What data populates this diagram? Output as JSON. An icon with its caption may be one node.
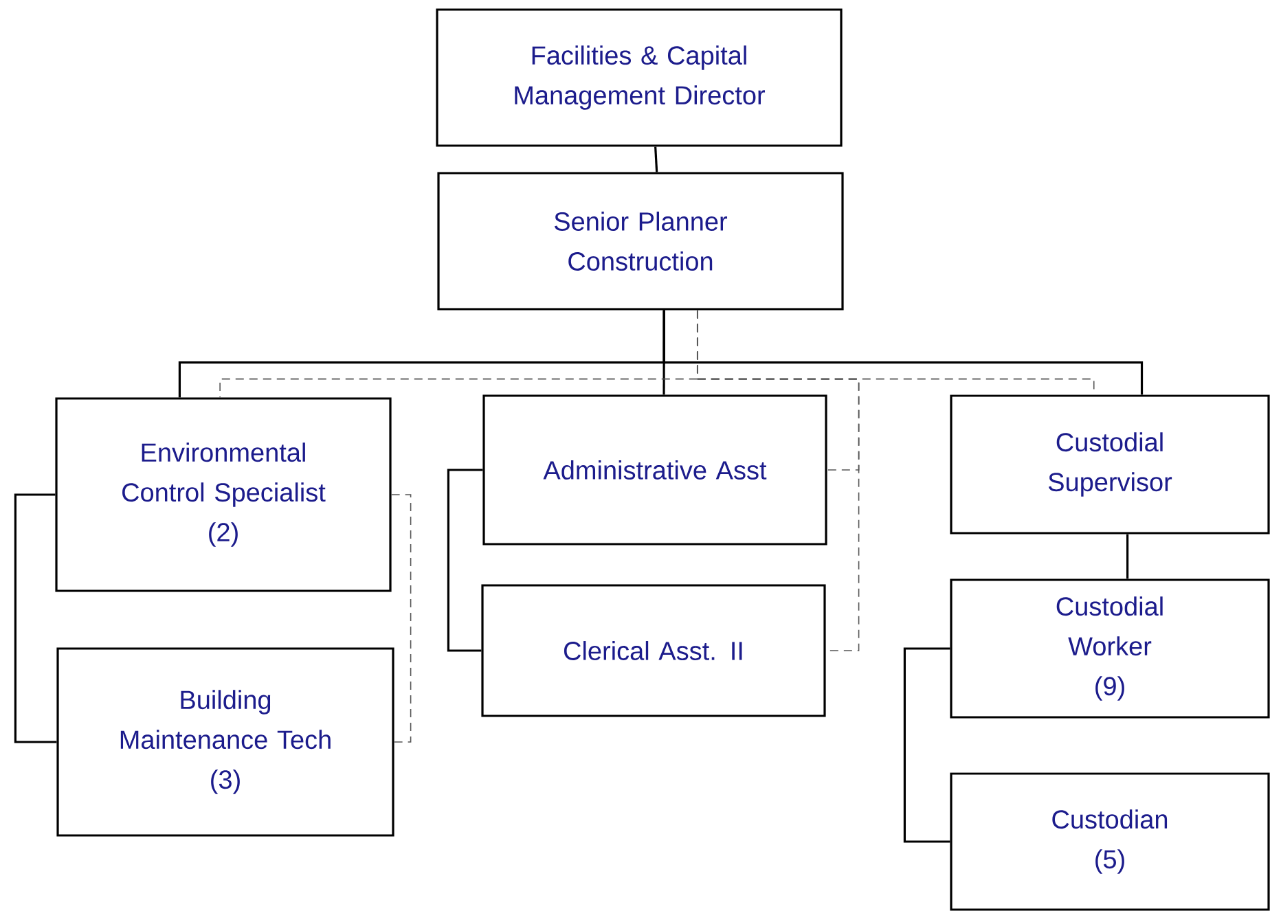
{
  "diagram": {
    "nodes": [
      {
        "text": [
          "Facilities & Capital Management Director"
        ]
      },
      {
        "text": [
          "Senior Planner Construction"
        ]
      },
      {
        "text": [
          "Environmental Control Specialist",
          "(2)"
        ]
      },
      {
        "text": [
          "Building Maintenance Tech",
          "(3)"
        ]
      },
      {
        "text": [
          "Administrative Asst"
        ]
      },
      {
        "text": [
          "Clerical Asst. II"
        ]
      },
      {
        "text": [
          "Custodial Supervisor"
        ]
      },
      {
        "text": [
          "Custodial Worker",
          "(9)"
        ]
      },
      {
        "text": [
          "Custodian",
          "(5)"
        ]
      }
    ],
    "edges": [
      {
        "from": 0,
        "to": 1,
        "arrow": "none"
      },
      {
        "from": 1,
        "to": 2,
        "arrow": "none"
      },
      {
        "from": 1,
        "to": 4,
        "arrow": "none"
      },
      {
        "from": 1,
        "to": 6,
        "arrow": "none"
      },
      {
        "from": 2,
        "to": 3,
        "arrow": "none"
      },
      {
        "from": 4,
        "to": 5,
        "arrow": "none"
      },
      {
        "from": 6,
        "to": 7,
        "arrow": "none"
      },
      {
        "from": 7,
        "to": 8,
        "arrow": "none"
      },
      {
        "from": 1,
        "to": 2,
        "arrow": "none",
        "style": "dashed",
        "color": "#555555"
      },
      {
        "from": 1,
        "to": 6,
        "arrow": "none",
        "style": "dashed",
        "color": "#555555"
      },
      {
        "from": 1,
        "to": 4,
        "arrow": "none",
        "style": "dashed",
        "color": "#555555"
      },
      {
        "from": 1,
        "to": 5,
        "arrow": "none",
        "style": "dashed",
        "color": "#555555"
      },
      {
        "from": 2,
        "to": 3,
        "arrow": "none",
        "style": "dashed",
        "color": "#555555"
      }
    ]
  }
}
